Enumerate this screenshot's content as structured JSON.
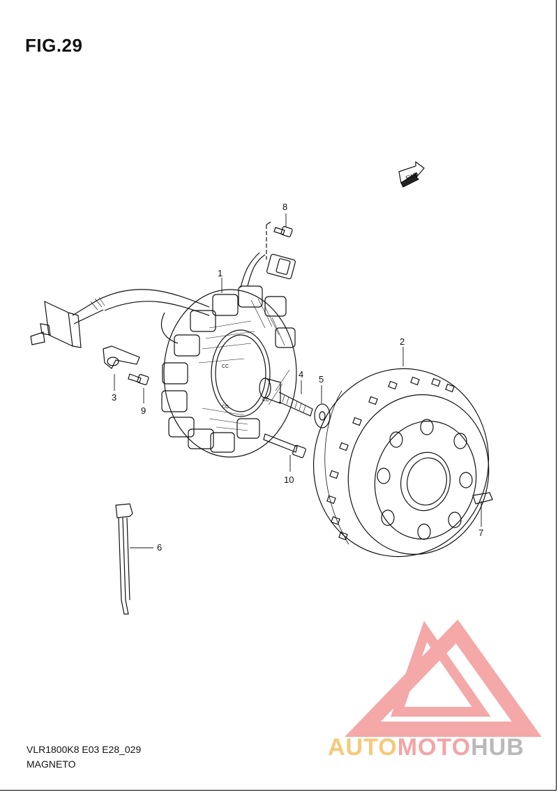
{
  "figure": {
    "title": "FIG.29"
  },
  "parts": [
    {
      "number": "1"
    },
    {
      "number": "2"
    },
    {
      "number": "3"
    },
    {
      "number": "4"
    },
    {
      "number": "5"
    },
    {
      "number": "6"
    },
    {
      "number": "7"
    },
    {
      "number": "8"
    },
    {
      "number": "9"
    },
    {
      "number": "10"
    }
  ],
  "fwd_label": "FWD",
  "footer": {
    "code": "VLR1800K8 E03 E28_029",
    "caption": "MAGNETO"
  },
  "watermark": {
    "part1": "AUTO",
    "part2": "MOTO",
    "part3": "HUB"
  },
  "colors": {
    "line": "#111111",
    "watermark_red": "#f4a4a4",
    "watermark_orange": "#f6c978",
    "watermark_gray": "#b9b9b9"
  }
}
